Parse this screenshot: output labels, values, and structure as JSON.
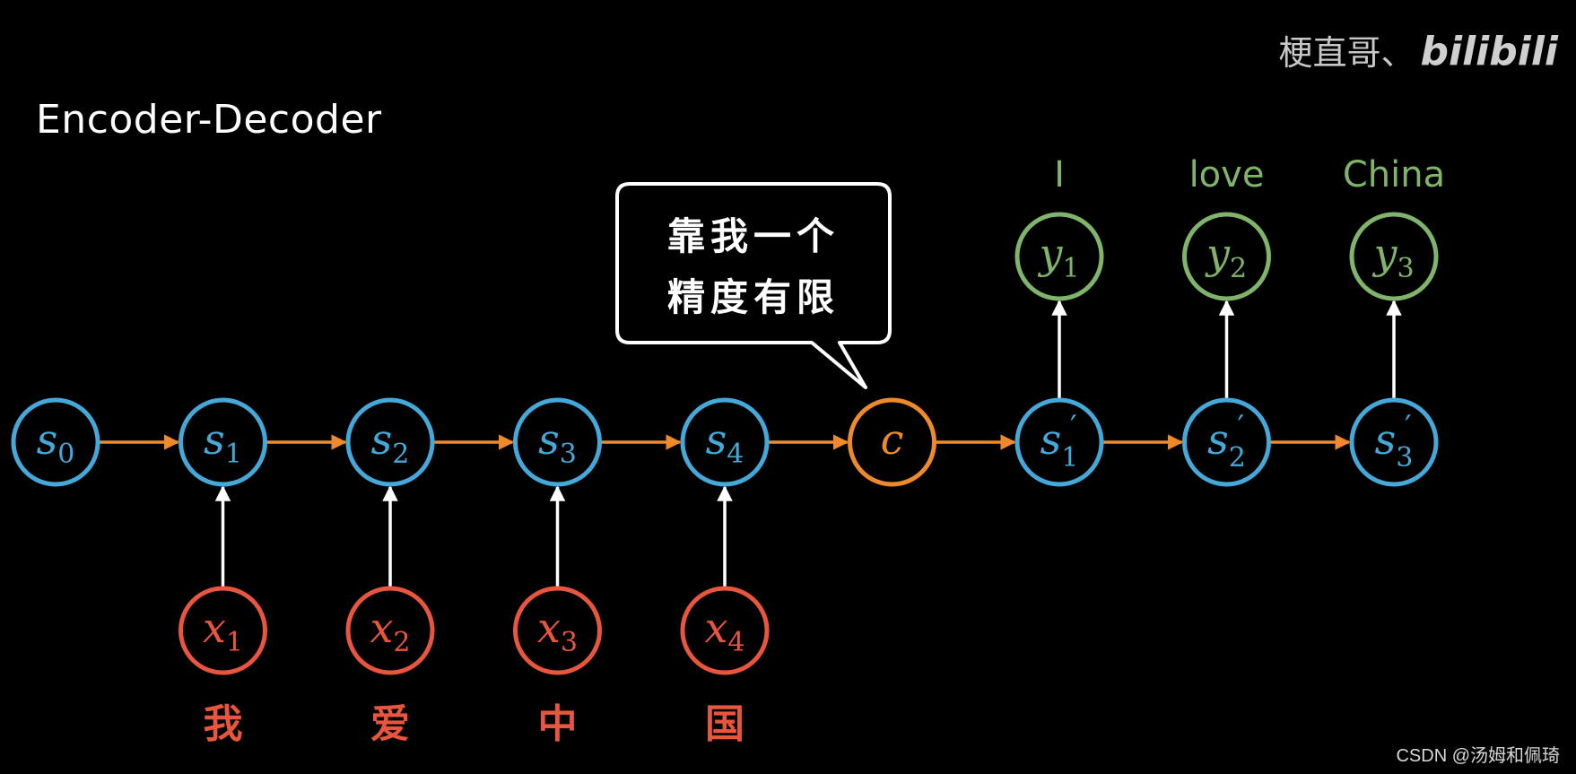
{
  "title": "Encoder-Decoder",
  "watermark": {
    "text": "梗直哥、",
    "brand": "bilibili"
  },
  "credit": "CSDN @汤姆和佩琦",
  "speech_bubble": {
    "line1": "靠我一个",
    "line2": "精度有限"
  },
  "colors": {
    "encoder_state": "#44a8d8",
    "context": "#ee8a2a",
    "input": "#e9563d",
    "output": "#7fb46a",
    "arrow_state": "#ee8a2a",
    "arrow_vertical": "#ffffff"
  },
  "state_nodes": [
    {
      "base": "s",
      "sub": "0",
      "prime": false
    },
    {
      "base": "s",
      "sub": "1",
      "prime": false
    },
    {
      "base": "s",
      "sub": "2",
      "prime": false
    },
    {
      "base": "s",
      "sub": "3",
      "prime": false
    },
    {
      "base": "s",
      "sub": "4",
      "prime": false
    },
    {
      "base": "c",
      "sub": "",
      "prime": false
    },
    {
      "base": "s",
      "sub": "1",
      "prime": true
    },
    {
      "base": "s",
      "sub": "2",
      "prime": true
    },
    {
      "base": "s",
      "sub": "3",
      "prime": true
    }
  ],
  "input_nodes": [
    {
      "base": "x",
      "sub": "1",
      "word": "我"
    },
    {
      "base": "x",
      "sub": "2",
      "word": "爱"
    },
    {
      "base": "x",
      "sub": "3",
      "word": "中"
    },
    {
      "base": "x",
      "sub": "4",
      "word": "国"
    }
  ],
  "output_nodes": [
    {
      "base": "y",
      "sub": "1",
      "word": "I"
    },
    {
      "base": "y",
      "sub": "2",
      "word": "love"
    },
    {
      "base": "y",
      "sub": "3",
      "word": "China"
    }
  ]
}
